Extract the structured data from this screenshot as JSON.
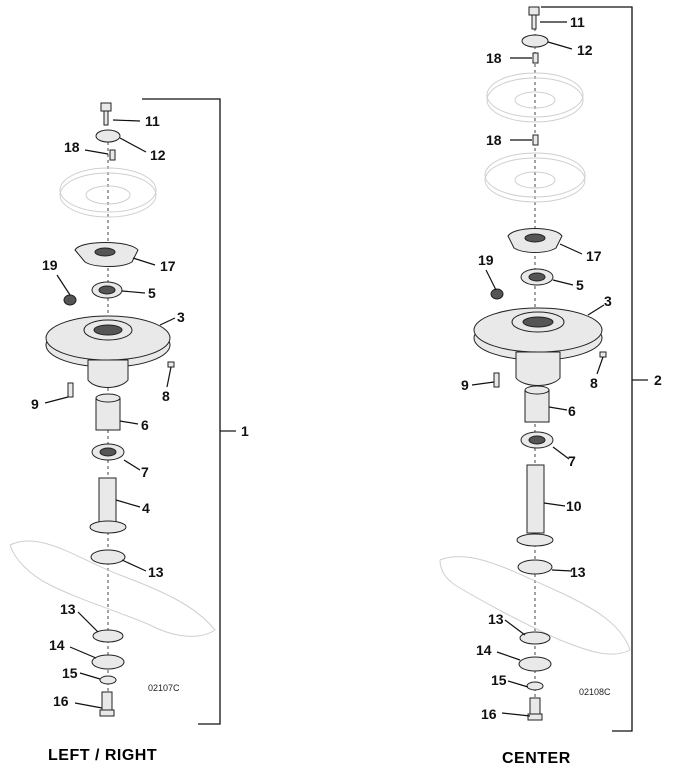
{
  "left_assembly": {
    "caption": "LEFT / RIGHT",
    "ref_code": "02107C",
    "bracket_label": "1",
    "callouts": [
      "11",
      "12",
      "18",
      "17",
      "19",
      "5",
      "3",
      "8",
      "9",
      "6",
      "7",
      "4",
      "13",
      "13",
      "14",
      "15",
      "16"
    ]
  },
  "center_assembly": {
    "caption": "CENTER",
    "ref_code": "02108C",
    "bracket_label": "2",
    "callouts": [
      "11",
      "12",
      "18",
      "18",
      "17",
      "19",
      "5",
      "3",
      "8",
      "9",
      "6",
      "7",
      "10",
      "13",
      "13",
      "14",
      "15",
      "16"
    ]
  }
}
